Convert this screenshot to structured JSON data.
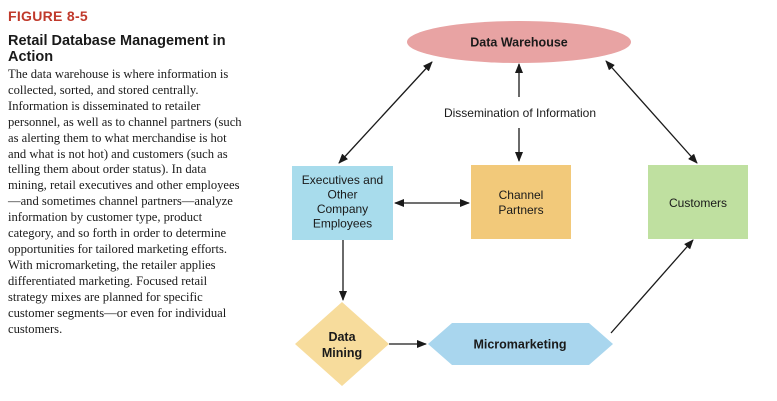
{
  "figure": {
    "label": "FIGURE 8-5",
    "title": "Retail Database Management in Action",
    "body": "The data warehouse is where information is collected, sorted, and stored centrally. Information is disseminated to retailer personnel, as well as to channel partners (such as alerting them to what merchandise is hot and what is not hot) and customers (such as telling them about order status). In data mining, retail executives and other employees—and sometimes channel partners—analyze information by customer type, product category, and so forth in order to determine opportunities for tailored marketing efforts. With micromarketing, the retailer applies differentiated marketing. Focused retail strategy mixes are planned for specific customer segments—or even for individual customers."
  },
  "diagram": {
    "data_warehouse": "Data Warehouse",
    "dissemination": "Dissemination of Information",
    "executives": [
      "Executives and",
      "Other",
      "Company",
      "Employees"
    ],
    "channel_partners": [
      "Channel",
      "Partners"
    ],
    "customers": "Customers",
    "data_mining": [
      "Data",
      "Mining"
    ],
    "micromarketing": "Micromarketing"
  },
  "colors": {
    "figure_label": "#c0392b",
    "data_warehouse": "#e8a3a3",
    "executives": "#a8dcec",
    "channel_partners": "#f2c97a",
    "customers": "#bfe0a0",
    "data_mining": "#f7dc9c",
    "micromarketing": "#a9d6ee"
  }
}
